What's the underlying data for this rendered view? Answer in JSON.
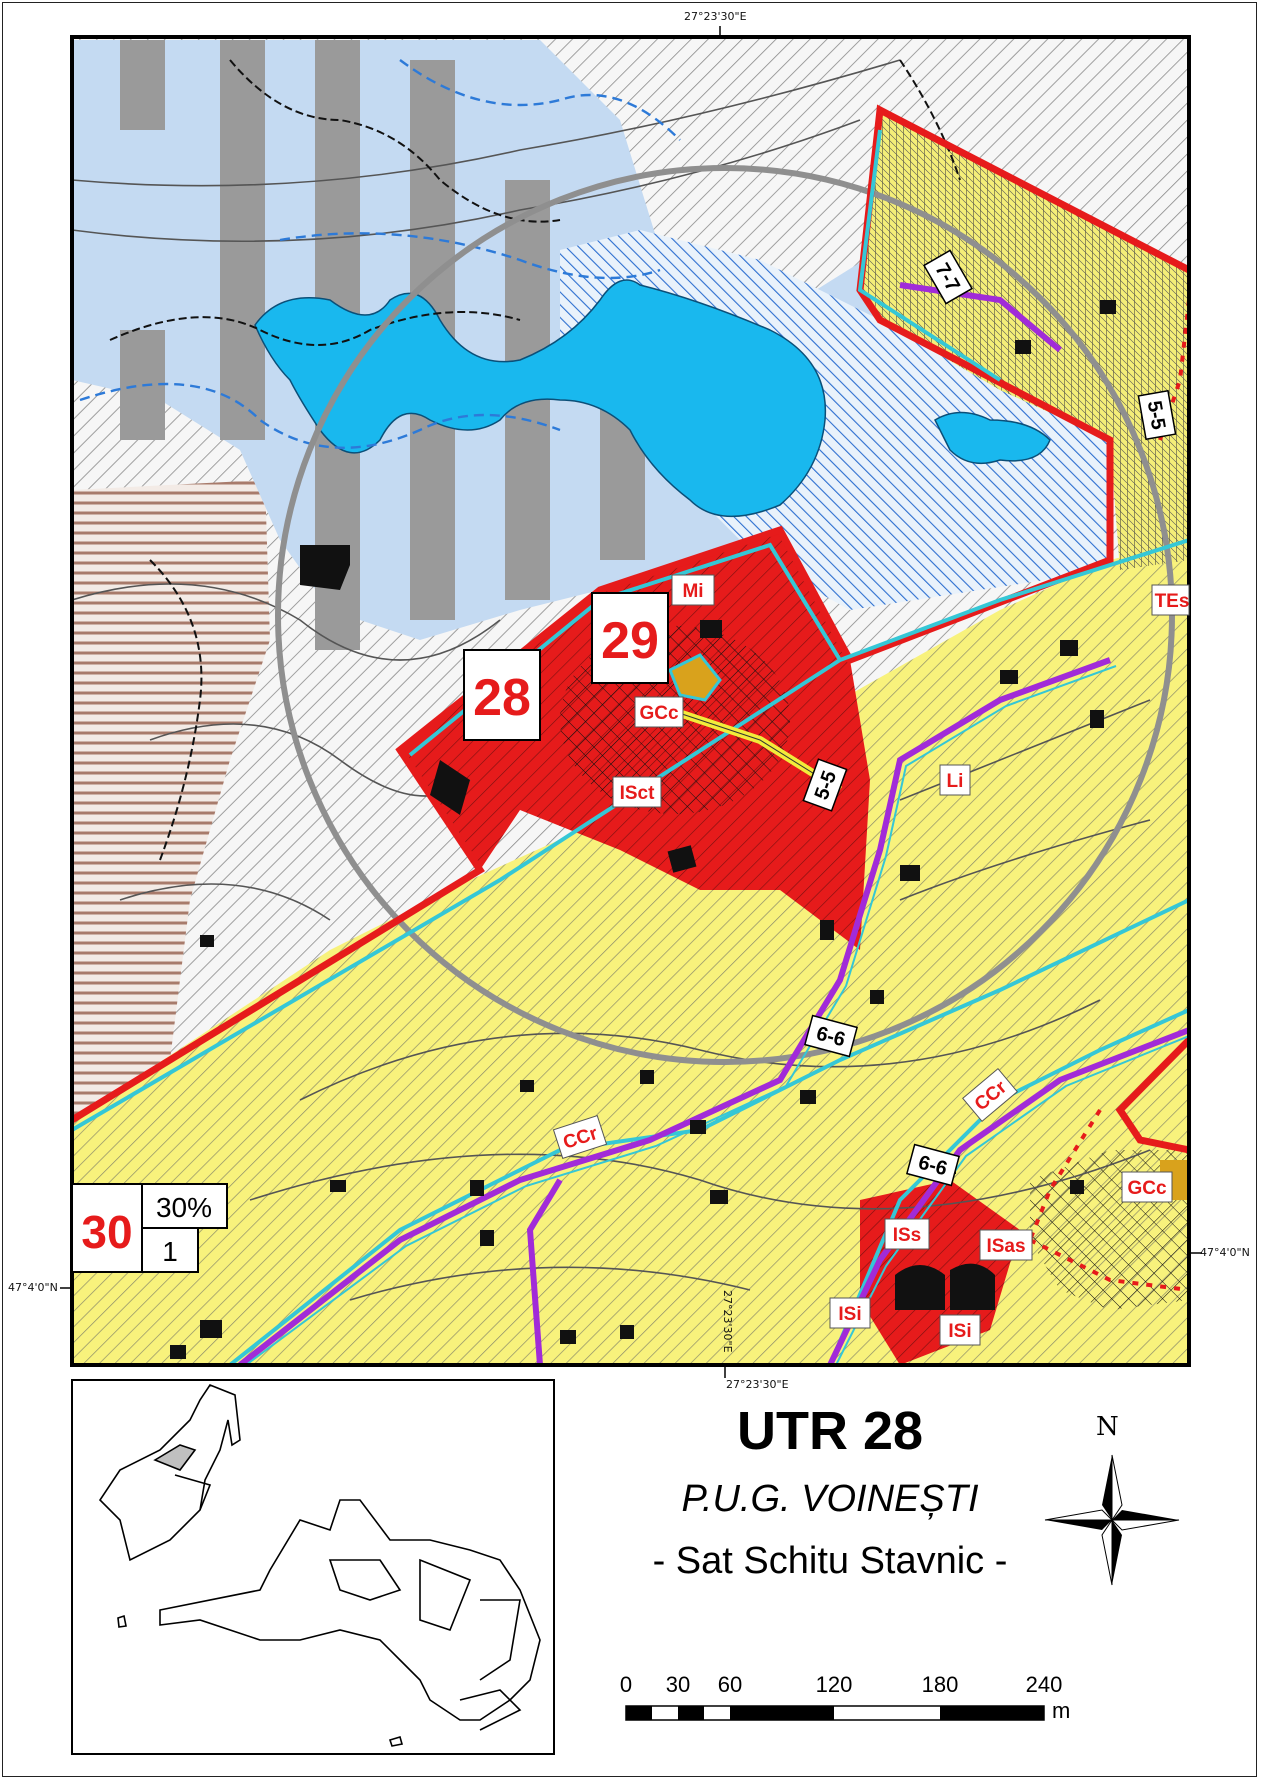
{
  "coordinates": {
    "top_lon": "27°23'30\"E",
    "bottom_lon": "27°23'30\"E",
    "inner_lon": "27°23'30\"E",
    "right_lat": "47°4'0\"N",
    "left_lat": "47°4'0\"N"
  },
  "utr_labels": {
    "utr_28": "28",
    "utr_29": "29",
    "utr_30": "30",
    "utr_30_pot": "30%",
    "utr_30_cut": "1"
  },
  "zone_codes": {
    "mi": "Mi",
    "gcc_top": "GCc",
    "isct": "ISct",
    "li": "Li",
    "te": "TEs",
    "ccr_left": "CCr",
    "ccr_right": "CCr",
    "gcc_right": "GCc",
    "iss": "ISs",
    "isas": "ISas",
    "isi_left": "ISi",
    "isi_right": "ISi"
  },
  "road_profiles": {
    "p_77": "7-7",
    "p_55_top": "5-5",
    "p_55_mid": "5-5",
    "p_66_mid": "6-6",
    "p_66_low": "6-6"
  },
  "title": {
    "main": "UTR 28",
    "sub": "P.U.G. VOINEȘTI",
    "sat": "- Sat Schitu Stavnic -"
  },
  "scale_bar": {
    "labels": [
      "0",
      "30",
      "60",
      "120",
      "180",
      "240"
    ],
    "unit": "m"
  },
  "north_arrow": {
    "label": "N"
  },
  "colors": {
    "residential_yellow": "#f8f27c",
    "institutional_red": "#e61b1b",
    "water_cyan": "#19b8ee",
    "flood_light_blue": "#c4daf2",
    "gray_band": "#9a9a9a",
    "cyan_border": "#35c7d6",
    "road_purple": "#a12bd8",
    "forest_brown": "#a87b6b",
    "orange_cemetery": "#d9a21c"
  }
}
